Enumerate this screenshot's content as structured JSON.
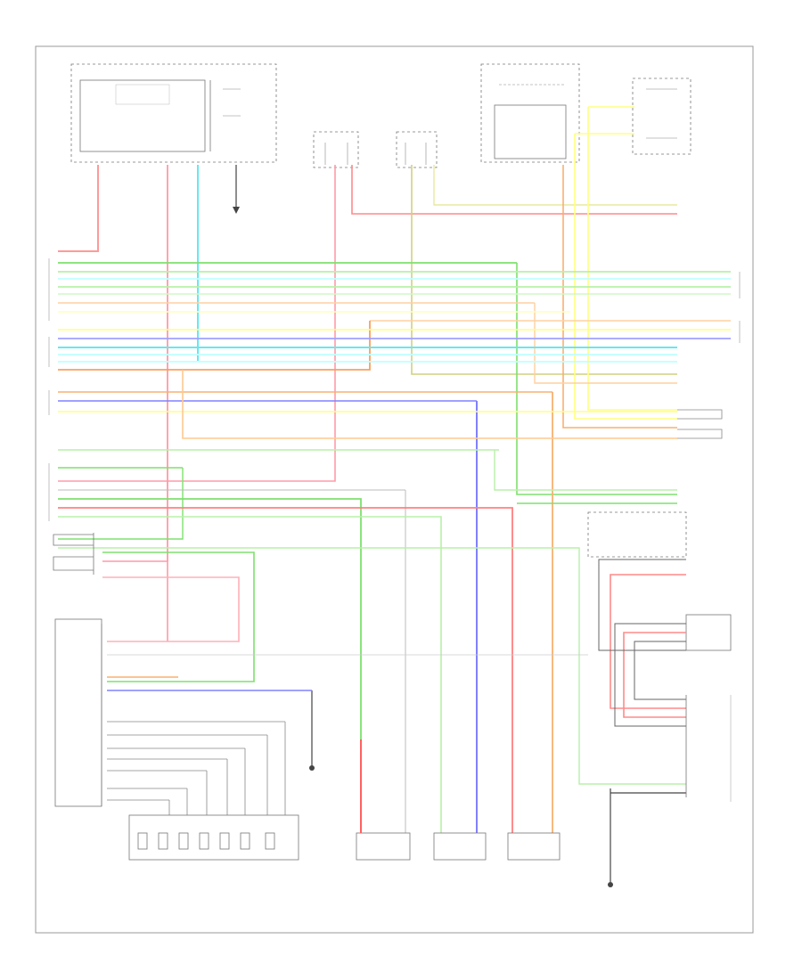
{
  "diagram": {
    "footer_code": "",
    "bus_colors": {
      "red": "#ff8a8a",
      "green": "#7ee06e",
      "light_green": "#b8f0a8",
      "cyan": "#bfffff",
      "cyan_strong": "#66e8f0",
      "orange": "#f8b070",
      "light_orange": "#ffd0a0",
      "yellow": "#ffff80",
      "blue": "#8080ff",
      "olive": "#d8d890",
      "gray": "#bbbbbb",
      "dark": "#444444"
    },
    "bottom_labels": [
      "",
      "",
      "",
      "",
      "",
      "",
      ""
    ],
    "components": [
      {
        "id": "ecm-module"
      },
      {
        "id": "sensor-block-left"
      },
      {
        "id": "sensor-block-right"
      },
      {
        "id": "relay-box-top-right"
      },
      {
        "id": "control-module-left"
      },
      {
        "id": "connector-block-bottom-left"
      },
      {
        "id": "sensor-box-bottom-1"
      },
      {
        "id": "sensor-box-bottom-2"
      },
      {
        "id": "sensor-box-bottom-3"
      },
      {
        "id": "connector-right-1"
      },
      {
        "id": "connector-right-2"
      },
      {
        "id": "multi-pin-connector-right"
      }
    ]
  }
}
